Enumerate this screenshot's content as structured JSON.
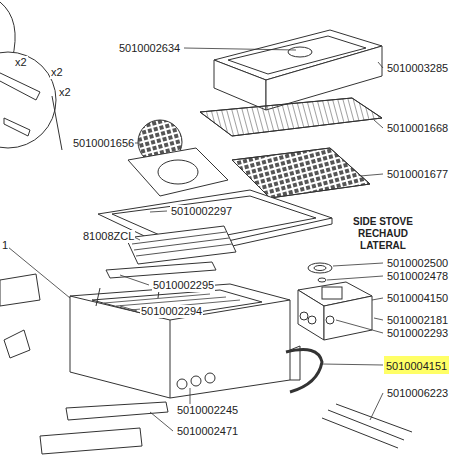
{
  "diagram": {
    "nodes": [
      {
        "text": [
          "5010004151"
        ]
      }
    ],
    "labels": [
      "5010002634",
      "5010003285",
      "5010001668",
      "5010001656",
      "5010001677",
      "5010002297",
      "SIDE STOVE RECHAUD LATERAL",
      "81008ZCL",
      "5010002500",
      "5010002478",
      "5010002295",
      "5010004150",
      "5010002294",
      "5010002181",
      "5010002293",
      "1",
      "5010006223",
      "5010002245",
      "5010002471",
      "x2",
      "x2",
      "x2"
    ]
  }
}
